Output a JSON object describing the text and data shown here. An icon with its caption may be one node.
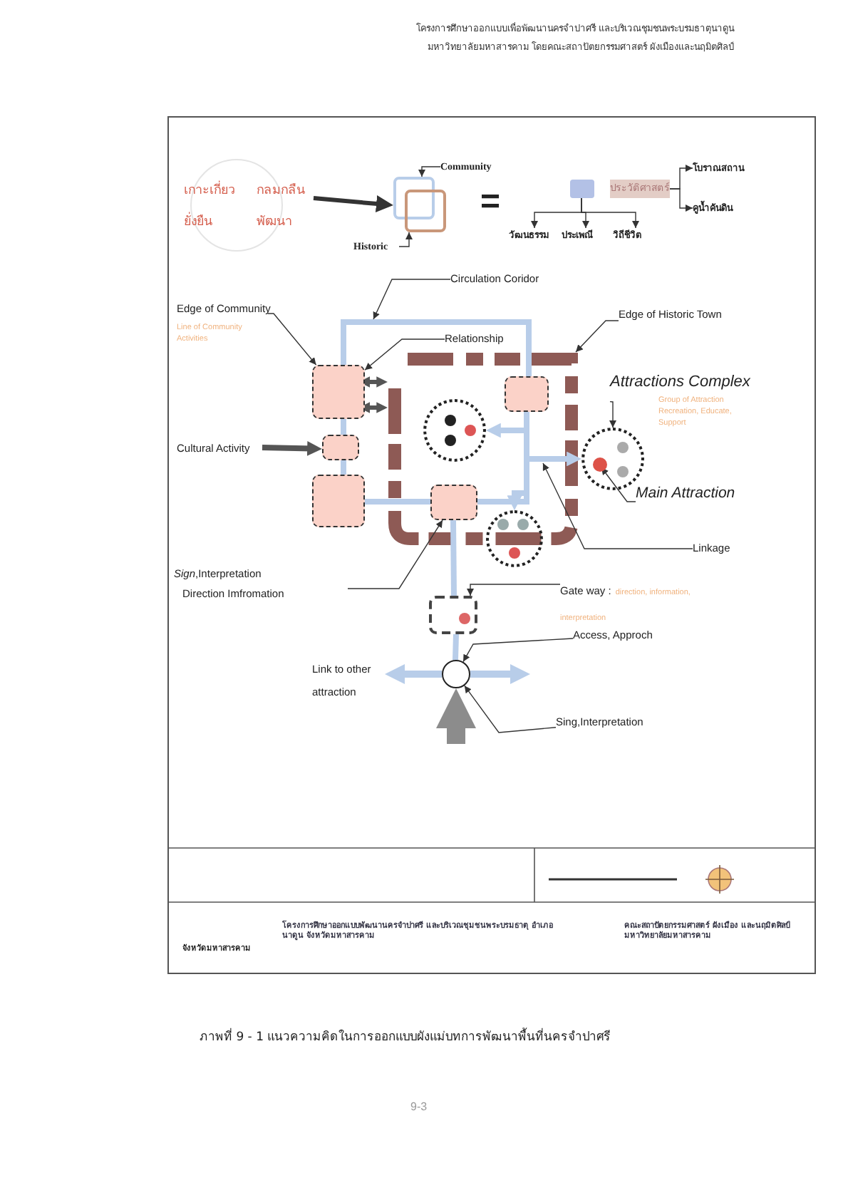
{
  "diagram": {
    "caption": "ภาพที่ 9 - 1 แนวความคิดในการออกแบบผังแม่บทการพัฒนาพื้นที่นครจำปาศรี",
    "nodes": [
      {
        "text": [
          "เกาะเกี่ยว",
          "กลมกลืน",
          "ยั่งยืน",
          "พัฒนา"
        ]
      },
      {
        "text": [],
        "shape": "box"
      },
      {
        "text": [],
        "shape": "box"
      },
      {
        "text": [
          "Community"
        ]
      },
      {
        "text": [
          "Historic"
        ]
      },
      {
        "text": [],
        "shape": "box"
      },
      {
        "text": [
          "ประวัติศาสตร์"
        ]
      },
      {
        "text": [
          "โบราณสถาน"
        ]
      },
      {
        "text": [
          "คูน้ำคันดิน"
        ]
      },
      {
        "text": [
          "วัฒนธรรม"
        ]
      },
      {
        "text": [
          "ประเพณี"
        ]
      },
      {
        "text": [
          "วิถีชีวิต"
        ]
      },
      {
        "text": [],
        "shape": "box"
      },
      {
        "text": [],
        "shape": "box"
      },
      {
        "text": [],
        "shape": "box"
      },
      {
        "text": [],
        "shape": "box"
      },
      {
        "text": [],
        "shape": "box",
        "in": 12
      },
      {
        "text": [],
        "shape": "box",
        "in": 12
      },
      {
        "text": [],
        "shape": "circle",
        "in": 12
      },
      {
        "text": [],
        "shape": "circle"
      },
      {
        "text": [],
        "shape": "circle",
        "in": 19
      },
      {
        "text": [],
        "shape": "circle"
      },
      {
        "text": [],
        "shape": "box"
      },
      {
        "text": [],
        "shape": "circle"
      },
      {
        "text": [
          "Circulation Coridor"
        ]
      },
      {
        "text": [
          "Edge of Community",
          "Line of Community Activities"
        ]
      },
      {
        "text": [
          "Relationship"
        ]
      },
      {
        "text": [
          "Edge of Historic Town"
        ]
      },
      {
        "text": [
          "Attractions Complex",
          "Group of Attraction Recreation, Educate, Support"
        ]
      },
      {
        "text": [
          "Main Attraction"
        ]
      },
      {
        "text": [
          "Cultural Activity"
        ]
      },
      {
        "text": [
          "Linkage"
        ]
      },
      {
        "text": [
          "*Sign*,Interpretation",
          "Direction Imfromation"
        ]
      },
      {
        "text": [
          "Gate way :",
          "direction, information, interpretation"
        ]
      },
      {
        "text": [
          "Access, Approch"
        ]
      },
      {
        "text": [
          "Sing,Interpretation"
        ]
      }
    ],
    "edges": [
      {
        "from": 0,
        "to": 1,
        "arrow": "to",
        "style": "thick"
      },
      {
        "from": 3,
        "to": 1,
        "arrow": "to"
      },
      {
        "from": 4,
        "to": 2,
        "arrow": "to"
      },
      {
        "from": 5,
        "to": 9,
        "arrow": "to"
      },
      {
        "from": 5,
        "to": 10,
        "arrow": "to"
      },
      {
        "from": 5,
        "to": 11,
        "arrow": "to"
      },
      {
        "from": 6,
        "to": 7,
        "arrow": "to"
      },
      {
        "from": 6,
        "to": 8,
        "arrow": "to"
      },
      {
        "from": 24,
        "to": null,
        "arrow": "to"
      },
      {
        "from": 25,
        "to": 13,
        "arrow": "to"
      },
      {
        "from": 26,
        "to": 13,
        "arrow": "to"
      },
      {
        "from": 27,
        "to": 12,
        "arrow": "to"
      },
      {
        "from": 28,
        "to": 19,
        "arrow": "to"
      },
      {
        "from": 29,
        "to": 20,
        "arrow": "to"
      },
      {
        "from": 30,
        "to": 14,
        "arrow": "to",
        "style": "thick",
        "color": "#555555"
      },
      {
        "from": 31,
        "to": null,
        "arrow": "to"
      },
      {
        "from": 32,
        "to": 16,
        "arrow": "to"
      },
      {
        "from": 33,
        "to": 22,
        "arrow": "to"
      },
      {
        "from": 34,
        "to": 23,
        "arrow": "to"
      },
      {
        "from": 35,
        "to": 23,
        "arrow": "to"
      },
      {
        "from": 13,
        "to": 12,
        "arrow": "both",
        "style": "thick",
        "color": "#555555"
      },
      {
        "from": 13,
        "to": 12,
        "arrow": "both",
        "style": "thick",
        "color": "#555555"
      },
      {
        "from": 13,
        "to": 17,
        "arrow": "none",
        "style": "thick",
        "color": "#b8cde9"
      },
      {
        "from": 13,
        "to": 14,
        "arrow": "none",
        "style": "thick",
        "color": "#b8cde9"
      },
      {
        "from": 14,
        "to": 15,
        "arrow": "none",
        "style": "thick",
        "color": "#b8cde9"
      },
      {
        "from": 15,
        "to": 16,
        "arrow": "none",
        "style": "thick",
        "color": "#b8cde9"
      },
      {
        "from": 17,
        "to": 16,
        "arrow": "none",
        "style": "thick",
        "color": "#b8cde9"
      },
      {
        "from": 17,
        "to": 18,
        "arrow": "to",
        "style": "thick",
        "color": "#b8cde9"
      },
      {
        "from": 17,
        "to": 19,
        "arrow": "to",
        "style": "thick",
        "color": "#b8cde9"
      },
      {
        "from": 17,
        "to": 21,
        "arrow": "to",
        "style": "thick",
        "color": "#b8cde9"
      },
      {
        "from": 16,
        "to": 22,
        "arrow": "none",
        "style": "thick",
        "color": "#b8cde9"
      },
      {
        "from": 22,
        "to": 23,
        "arrow": "none",
        "style": "thick",
        "color": "#b8cde9"
      },
      {
        "from": null,
        "to": 23,
        "arrow": "to",
        "style": "thick",
        "color": "#8c8c8c"
      },
      {
        "from": 23,
        "to": null,
        "arrow": "to",
        "style": "thick",
        "color": "#b8cde9"
      },
      {
        "from": 23,
        "to": null,
        "arrow": "to",
        "style": "thick",
        "color": "#b8cde9"
      }
    ],
    "labels": [
      "โครงการศึกษาออกแบบเพื่อพัฒนานครจำปาศรี และบริเวณชุมชนพระบรมธาตุนาดูน",
      "มหาวิทยาลัยมหาสารคาม โดยคณะสถาปัตยกรรมศาสตร์ ผังเมืองและนฤมิตศิลป์",
      "=",
      "Link to other attraction",
      "จังหวัดมหาสารคาม",
      "โครงการศึกษาออกแบบพัฒนานครจำปาศรี และบริเวณชุมชนพระบรมธาตุ อำเภอนาดูน จังหวัดมหาสารคาม",
      "คณะสถาปัตยกรรมศาสตร์ ผังเมือง และนฤมิตศิลป์ มหาวิทยาลัยมหาสารคาม",
      "9-3"
    ]
  }
}
